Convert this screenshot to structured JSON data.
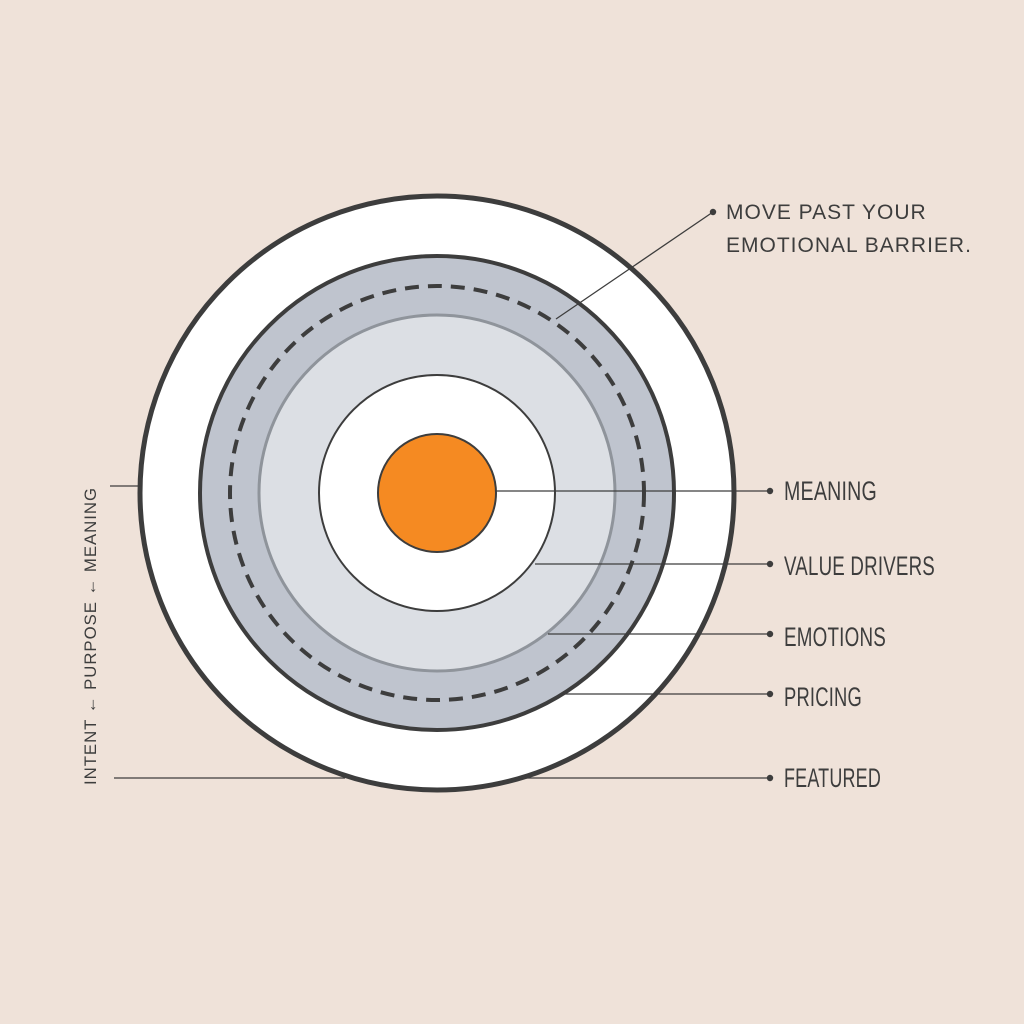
{
  "diagram": {
    "callout_top": {
      "line1": "MOVE PAST YOUR",
      "line2": "EMOTIONAL BARRIER."
    },
    "layers": [
      {
        "label": "MEANING"
      },
      {
        "label": "VALUE DRIVERS"
      },
      {
        "label": "EMOTIONS"
      },
      {
        "label": "PRICING"
      },
      {
        "label": "FEATURED"
      }
    ],
    "vertical_axis_label": "INTENT ← PURPOSE ← MEANING",
    "colors": {
      "background": "#efe2d9",
      "outer_ring": "#ffffff",
      "ring_dark": "#bfc4ce",
      "ring_light": "#dcdfe4",
      "inner_ring": "#ffffff",
      "core": "#f58a22",
      "stroke": "#3d3d3d"
    }
  }
}
